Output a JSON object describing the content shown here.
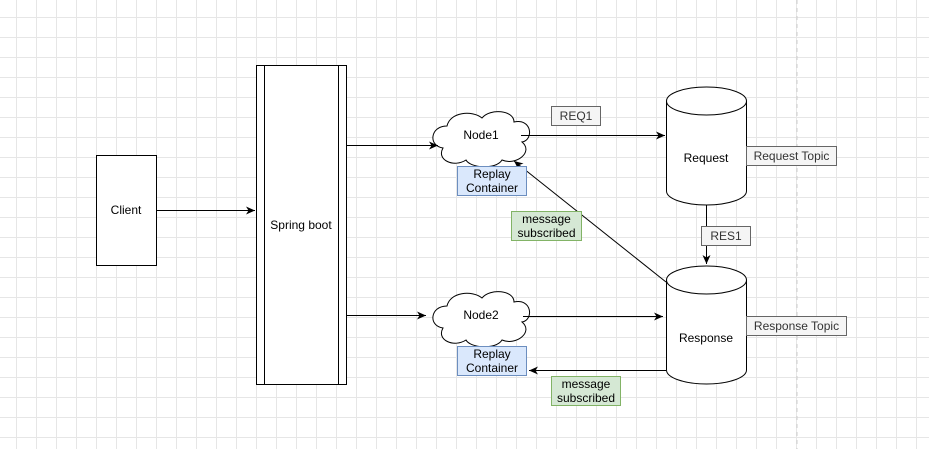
{
  "nodes": {
    "client": "Client",
    "spring_boot": "Spring boot",
    "node1": "Node1",
    "node2": "Node2",
    "request": "Request",
    "response": "Response"
  },
  "labels": {
    "req1": "REQ1",
    "res1": "RES1",
    "request_topic": "Request Topic",
    "response_topic": "Response Topic",
    "replay_container_1": [
      "Replay",
      "Container"
    ],
    "replay_container_2": [
      "Replay",
      "Container"
    ],
    "message_subscribed_1": [
      "message",
      "subscribed"
    ],
    "message_subscribed_2": [
      "message",
      "subscribed"
    ]
  },
  "colors": {
    "stroke": "#000000",
    "label_fill": "#f5f5f5",
    "blue_fill": "#dae8fc",
    "green_fill": "#d5e8d4"
  }
}
